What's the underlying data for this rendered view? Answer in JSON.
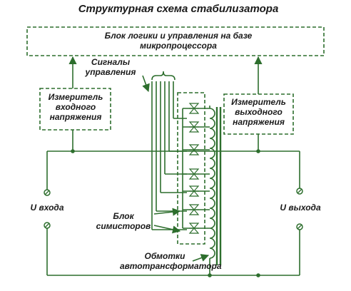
{
  "title": "Структурная схема стабилизатора",
  "logic_block": {
    "line1": "Блок логики и управления на базе",
    "line2": "микропроцессора"
  },
  "control_signals": {
    "line1": "Сигналы",
    "line2": "управления"
  },
  "input_meter": {
    "line1": "Измеритель",
    "line2": "входного",
    "line3": "напряжения"
  },
  "output_meter": {
    "line1": "Измеритель",
    "line2": "выходного",
    "line3": "напряжения"
  },
  "input_voltage": "U входа",
  "output_voltage": "U выхода",
  "triac_block": {
    "line1": "Блок",
    "line2": "симисторов"
  },
  "windings": {
    "line1": "Обмотки",
    "line2": "автотрансформатора"
  },
  "colors": {
    "line": "#2d6e2d",
    "text": "#1a1a1a",
    "background": "#ffffff"
  }
}
